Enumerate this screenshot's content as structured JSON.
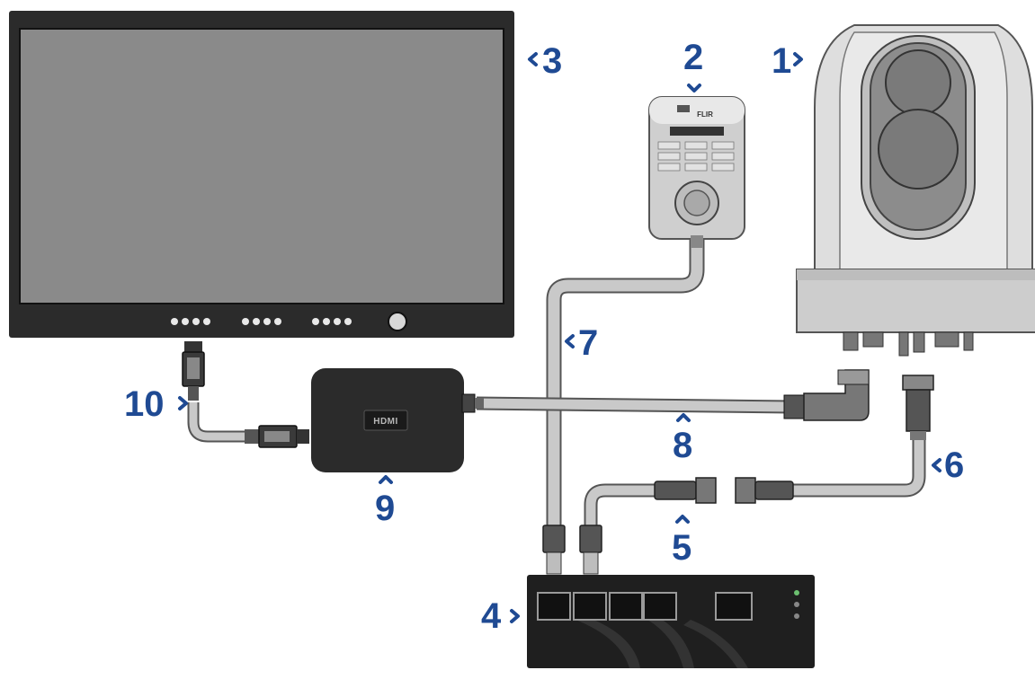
{
  "callouts": {
    "c1": "1",
    "c2": "2",
    "c3": "3",
    "c4": "4",
    "c5": "5",
    "c6": "6",
    "c7": "7",
    "c8": "8",
    "c9": "9",
    "c10": "10"
  },
  "converter": {
    "label": "HDMI"
  },
  "joystick": {
    "brand": "FLIR"
  },
  "colors": {
    "callout": "#1f4a93",
    "cable": "#c7c7c7",
    "device_dark": "#2b2b2b",
    "screen": "#8a8a8a"
  }
}
